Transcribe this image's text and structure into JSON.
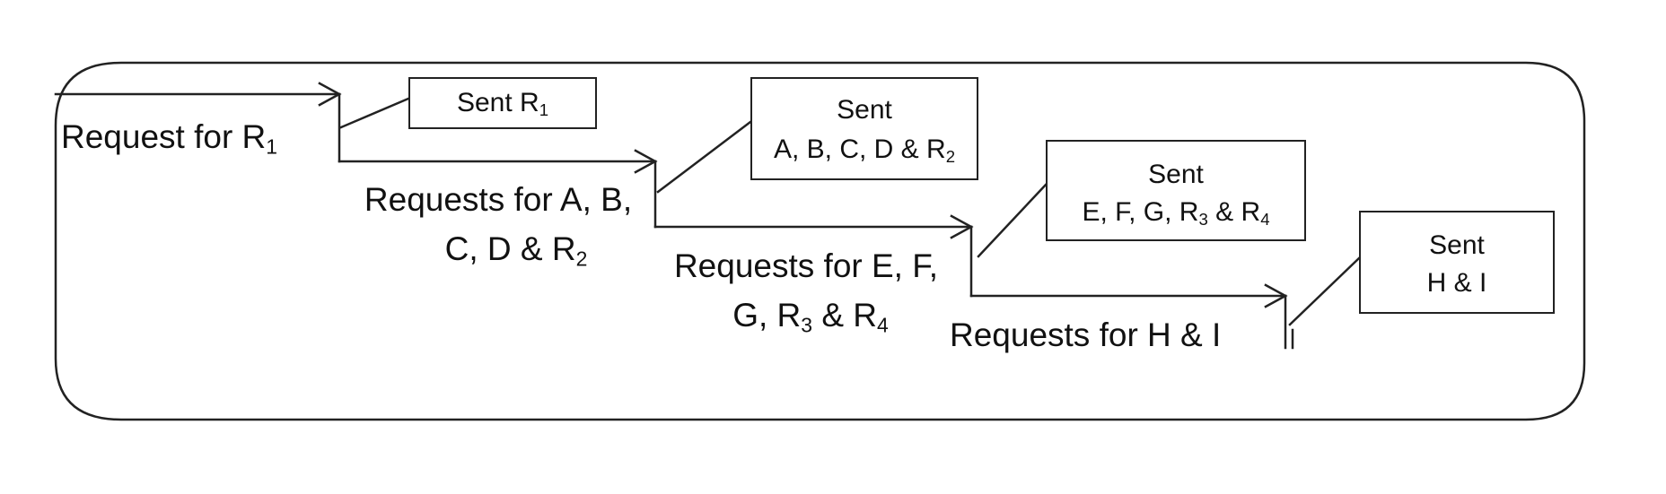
{
  "colors": {
    "stroke": "#222222",
    "text": "#111111",
    "background": "#ffffff"
  },
  "requests": [
    {
      "pre": "Request for R",
      "sub": "1"
    },
    {
      "line1": "Requests for A, B,",
      "line2_pre": "C, D & R",
      "line2_sub": "2"
    },
    {
      "line1": "Requests for E, F,",
      "line2_pre": "G, R",
      "line2_sub1": "3",
      "line2_mid": " & R",
      "line2_sub2": "4"
    },
    {
      "text": "Requests for H & I"
    }
  ],
  "responses": [
    {
      "pre": "Sent R",
      "sub": "1"
    },
    {
      "line1": "Sent",
      "line2_pre": "A, B, C, D & R",
      "line2_sub": "2"
    },
    {
      "line1": "Sent",
      "line2_pre": "E, F, G, R",
      "line2_sub1": "3",
      "line2_mid": " & R",
      "line2_sub2": "4"
    },
    {
      "line1": "Sent",
      "line2": "H & I"
    }
  ]
}
